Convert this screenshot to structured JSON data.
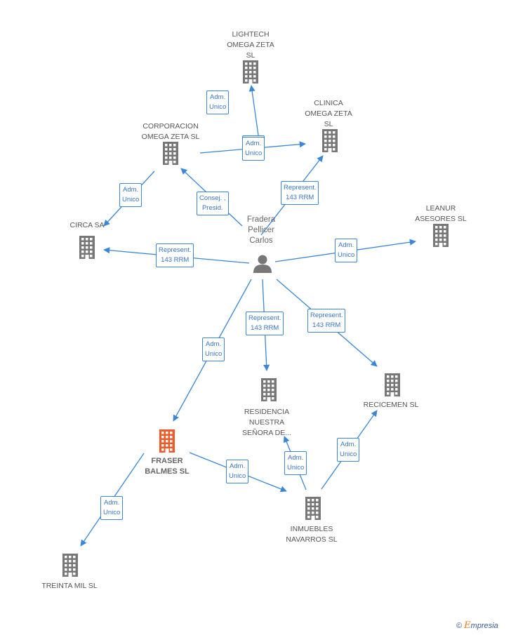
{
  "nodes": [
    {
      "id": "lightech",
      "label": "LIGHTECH\nOMEGA ZETA\nSL",
      "type": "company"
    },
    {
      "id": "clinica",
      "label": "CLINICA\nOMEGA ZETA\nSL",
      "type": "company"
    },
    {
      "id": "corporacion",
      "label": "CORPORACION\nOMEGA ZETA SL",
      "type": "company"
    },
    {
      "id": "leanur",
      "label": "LEANUR\nASESORES SL",
      "type": "company"
    },
    {
      "id": "circa",
      "label": "CIRCA SA",
      "type": "company"
    },
    {
      "id": "person",
      "label": "Fradera\nPellicer\nCarlos",
      "type": "person"
    },
    {
      "id": "residencia",
      "label": "RESIDENCIA\nNUESTRA\nSEÑORA DE...",
      "type": "company"
    },
    {
      "id": "recicemen",
      "label": "RECICEMEN  SL",
      "type": "company"
    },
    {
      "id": "fraser",
      "label": "FRASER\nBALMES SL",
      "type": "main"
    },
    {
      "id": "inmuebles",
      "label": "INMUEBLES\nNAVARROS SL",
      "type": "company"
    },
    {
      "id": "treinta",
      "label": "TREINTA MIL SL",
      "type": "company"
    }
  ],
  "edges": [
    {
      "from": "person",
      "to": "lightech",
      "label": "Adm.\nUnico"
    },
    {
      "from": "corporacion",
      "to": "lightech",
      "label": "Adm.\nUnico"
    },
    {
      "from": "corporacion",
      "to": "clinica",
      "label": "Adm.\nUnico"
    },
    {
      "from": "person",
      "to": "clinica",
      "label": "Represent.\n143 RRM"
    },
    {
      "from": "person",
      "to": "corporacion",
      "label": "Consej. ,\nPresid."
    },
    {
      "from": "corporacion",
      "to": "circa",
      "label": "Adm.\nUnico"
    },
    {
      "from": "person",
      "to": "circa",
      "label": "Represent.\n143 RRM"
    },
    {
      "from": "person",
      "to": "leanur",
      "label": "Adm.\nUnico"
    },
    {
      "from": "person",
      "to": "residencia",
      "label": "Represent.\n143 RRM"
    },
    {
      "from": "person",
      "to": "recicemen",
      "label": "Represent.\n143 RRM"
    },
    {
      "from": "person",
      "to": "fraser",
      "label": "Adm.\nUnico"
    },
    {
      "from": "fraser",
      "to": "inmuebles",
      "label": "Adm.\nUnico"
    },
    {
      "from": "inmuebles",
      "to": "residencia",
      "label": "Adm.\nUnico"
    },
    {
      "from": "inmuebles",
      "to": "recicemen",
      "label": "Adm.\nUnico"
    },
    {
      "from": "fraser",
      "to": "treinta",
      "label": "Adm.\nUnico"
    }
  ],
  "footer": {
    "copyright": "©",
    "brand_first": "E",
    "brand_rest": "mpresia"
  },
  "colors": {
    "edge": "#3a86d8",
    "company_icon": "#777777",
    "main_icon": "#f05a28",
    "person_icon": "#777777"
  }
}
